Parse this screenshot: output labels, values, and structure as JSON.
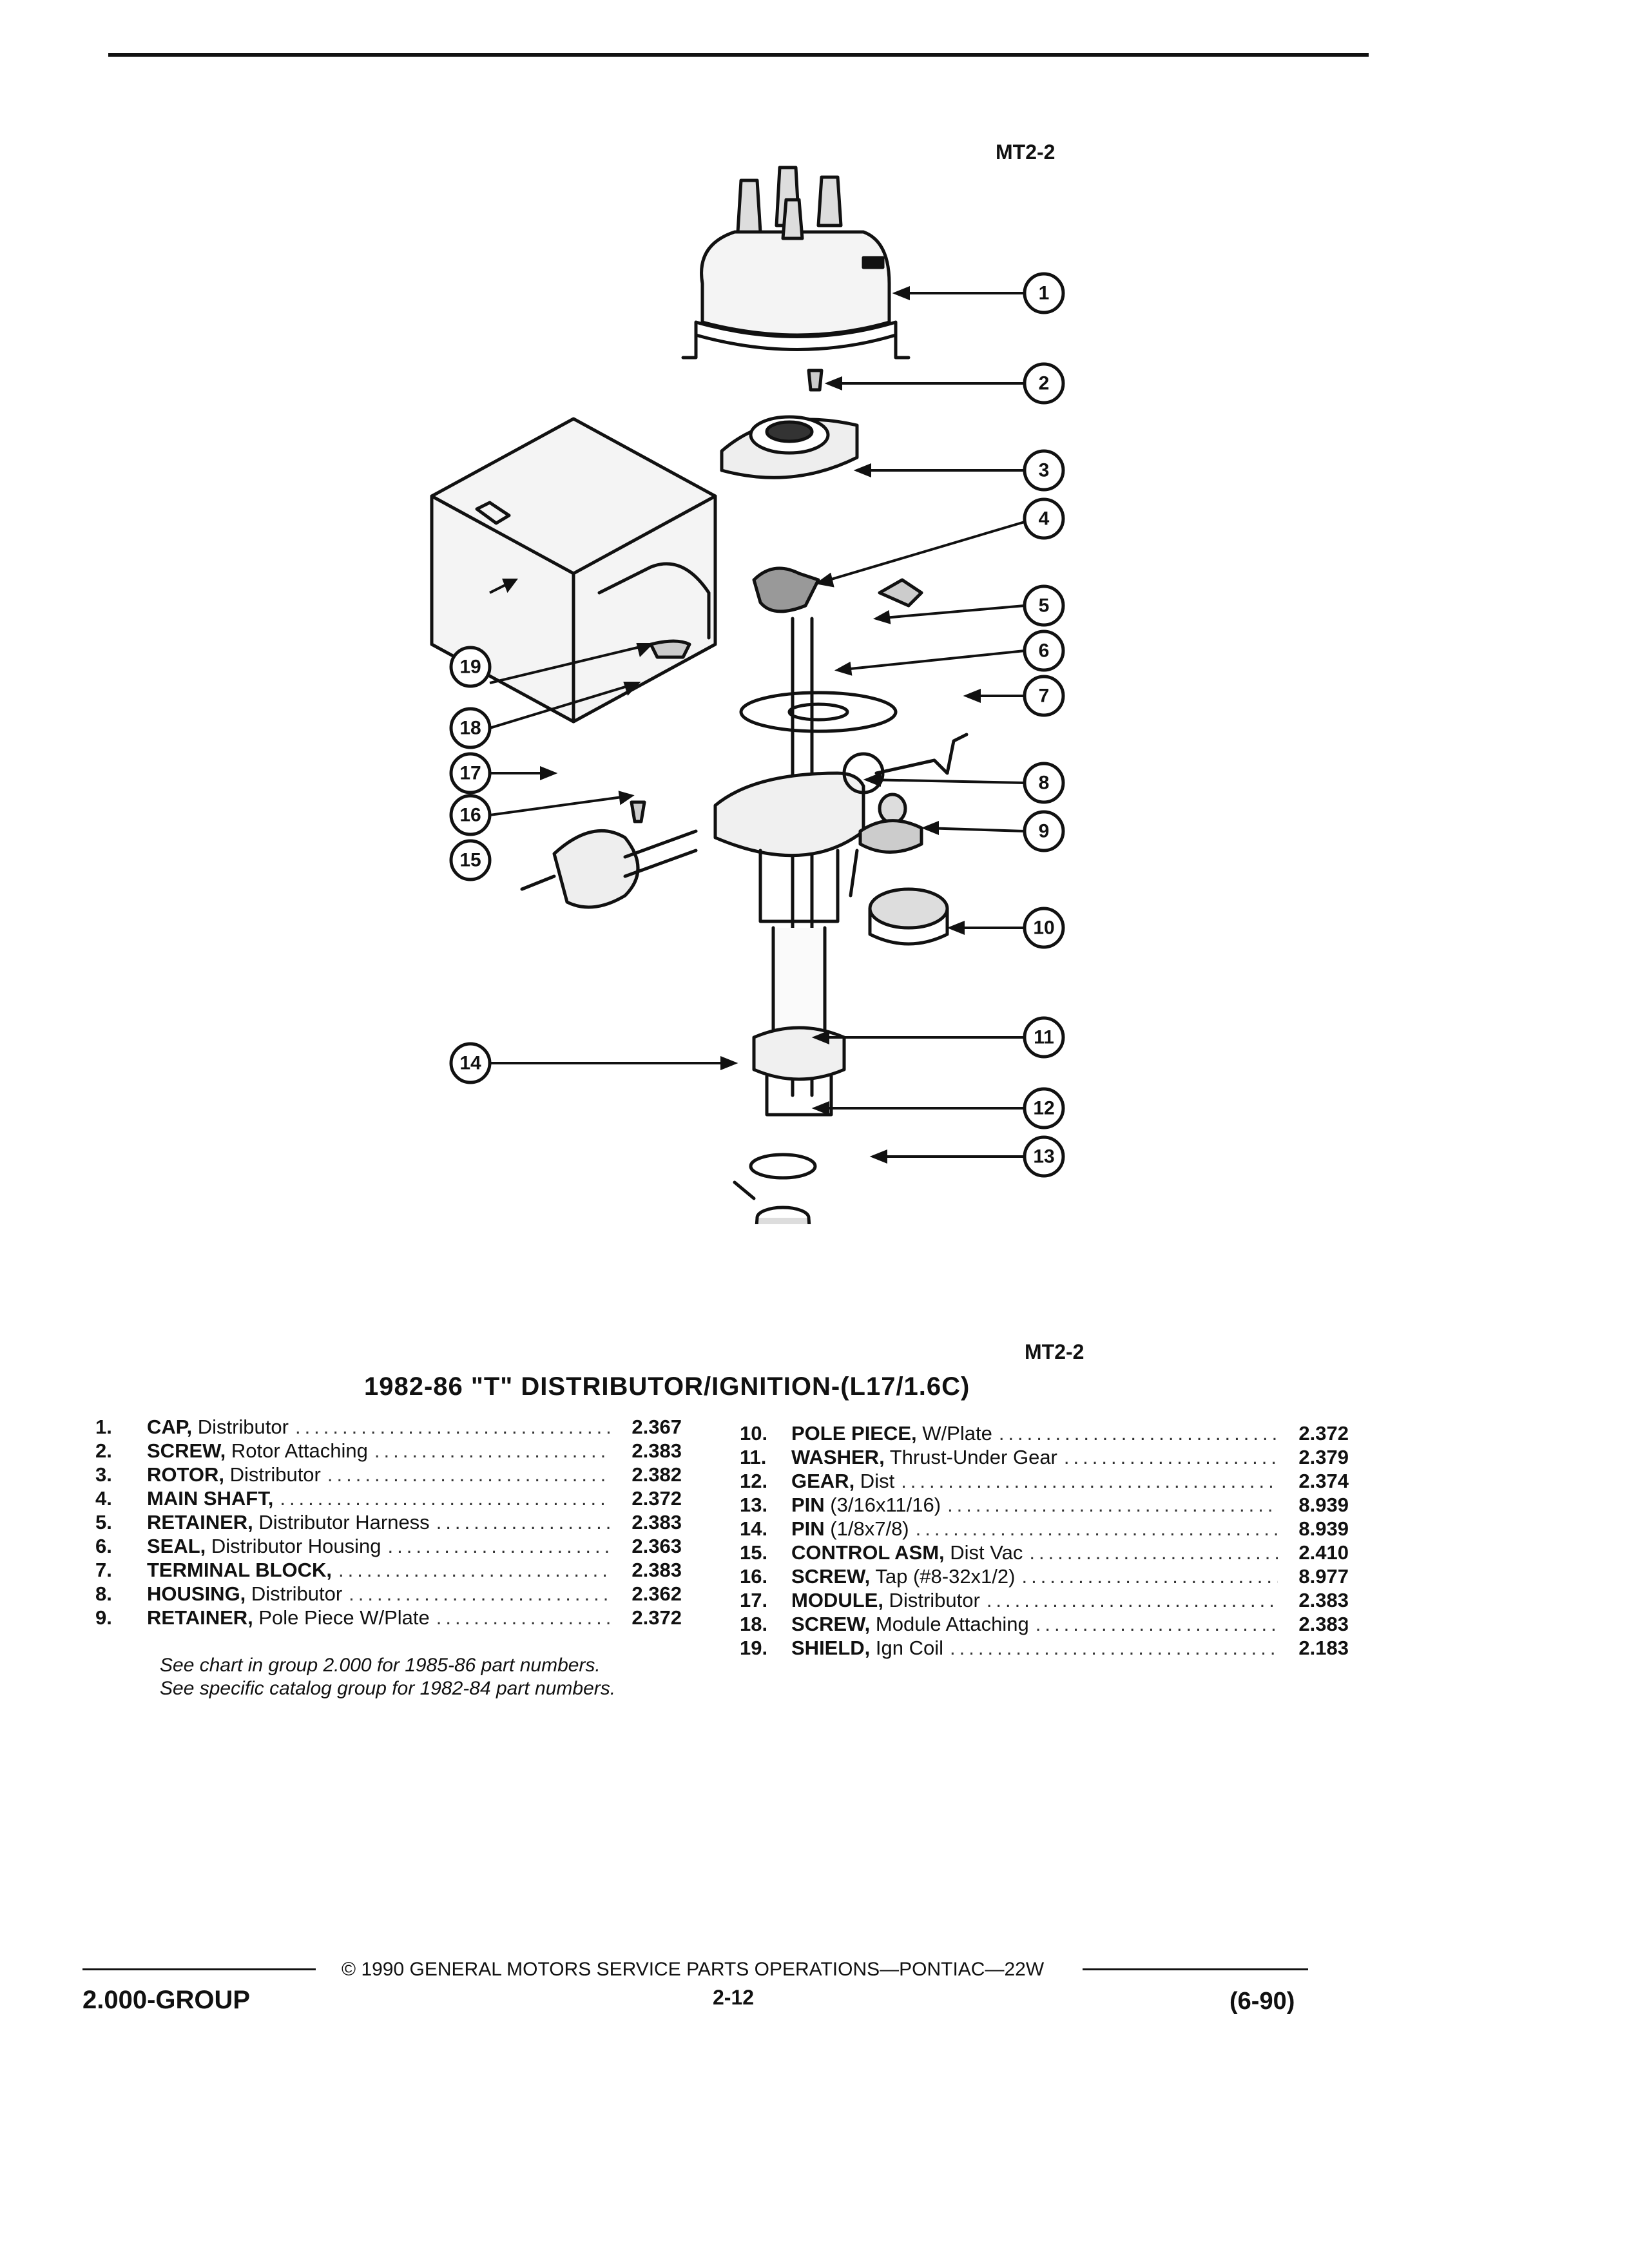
{
  "figure": {
    "id_top": "MT2-2",
    "id_bottom": "MT2-2"
  },
  "title": "1982-86 \"T\" DISTRIBUTOR/IGNITION-(L17/1.6C)",
  "callouts": [
    "1",
    "2",
    "3",
    "4",
    "5",
    "6",
    "7",
    "8",
    "9",
    "10",
    "11",
    "12",
    "13",
    "14",
    "15",
    "16",
    "17",
    "18",
    "19"
  ],
  "parts_left": [
    {
      "num": "1.",
      "name": "CAP,",
      "desc": " Distributor",
      "group": "2.367"
    },
    {
      "num": "2.",
      "name": "SCREW,",
      "desc": " Rotor Attaching",
      "group": "2.383"
    },
    {
      "num": "3.",
      "name": "ROTOR,",
      "desc": " Distributor",
      "group": "2.382"
    },
    {
      "num": "4.",
      "name": "MAIN SHAFT,",
      "desc": "",
      "group": "2.372"
    },
    {
      "num": "5.",
      "name": "RETAINER,",
      "desc": " Distributor Harness",
      "group": "2.383"
    },
    {
      "num": "6.",
      "name": "SEAL,",
      "desc": " Distributor Housing",
      "group": "2.363"
    },
    {
      "num": "7.",
      "name": "TERMINAL BLOCK,",
      "desc": "",
      "group": "2.383"
    },
    {
      "num": "8.",
      "name": "HOUSING,",
      "desc": " Distributor",
      "group": "2.362"
    },
    {
      "num": "9.",
      "name": "RETAINER,",
      "desc": " Pole Piece W/Plate",
      "group": "2.372"
    }
  ],
  "parts_right": [
    {
      "num": "10.",
      "name": "POLE PIECE,",
      "desc": " W/Plate",
      "group": "2.372"
    },
    {
      "num": "11.",
      "name": "WASHER,",
      "desc": " Thrust-Under Gear",
      "group": "2.379"
    },
    {
      "num": "12.",
      "name": "GEAR,",
      "desc": " Dist",
      "group": "2.374"
    },
    {
      "num": "13.",
      "name": "PIN",
      "desc": " (3/16x11/16)",
      "group": "8.939"
    },
    {
      "num": "14.",
      "name": "PIN",
      "desc": " (1/8x7/8)",
      "group": "8.939"
    },
    {
      "num": "15.",
      "name": "CONTROL ASM,",
      "desc": " Dist Vac",
      "group": "2.410"
    },
    {
      "num": "16.",
      "name": "SCREW,",
      "desc": " Tap (#8-32x1/2)",
      "group": "8.977"
    },
    {
      "num": "17.",
      "name": "MODULE,",
      "desc": " Distributor",
      "group": "2.383"
    },
    {
      "num": "18.",
      "name": "SCREW,",
      "desc": " Module Attaching",
      "group": "2.383"
    },
    {
      "num": "19.",
      "name": "SHIELD,",
      "desc": " Ign Coil",
      "group": "2.183"
    }
  ],
  "notes": [
    "See chart in group 2.000 for 1985-86 part numbers.",
    "See specific catalog group for 1982-84 part numbers."
  ],
  "footer": {
    "group": "2.000-GROUP",
    "copyright": "© 1990 GENERAL MOTORS SERVICE PARTS OPERATIONS—PONTIAC—22W",
    "page": "2-12",
    "date": "(6-90)"
  }
}
